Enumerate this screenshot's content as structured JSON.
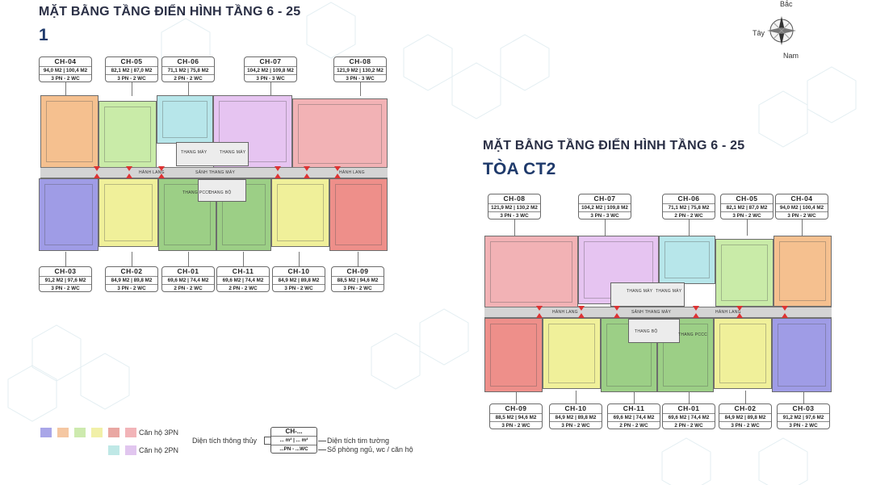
{
  "floorplan_left": {
    "title": "MẶT BẰNG TẦNG ĐIỂN HÌNH TẦNG 6 - 25",
    "tower": "1",
    "top_units": [
      {
        "code": "CH-04",
        "area": "94,0 M2 | 100,4 M2",
        "rooms": "3 PN - 2 WC"
      },
      {
        "code": "CH-05",
        "area": "82,1 M2 | 87,0 M2",
        "rooms": "3 PN - 2 WC"
      },
      {
        "code": "CH-06",
        "area": "71,1 M2 | 75,8 M2",
        "rooms": "2 PN - 2 WC"
      },
      {
        "code": "CH-07",
        "area": "104,2 M2 | 109,8 M2",
        "rooms": "3 PN - 3 WC"
      },
      {
        "code": "CH-08",
        "area": "121,9 M2 | 130,2 M2",
        "rooms": "3 PN - 3 WC"
      }
    ],
    "bottom_units": [
      {
        "code": "CH-03",
        "area": "91,2 M2 | 97,6 M2",
        "rooms": "3 PN - 2 WC"
      },
      {
        "code": "CH-02",
        "area": "84,9 M2 | 89,8 M2",
        "rooms": "3 PN - 2 WC"
      },
      {
        "code": "CH-01",
        "area": "69,6 M2 | 74,4 M2",
        "rooms": "2 PN - 2 WC"
      },
      {
        "code": "CH-11",
        "area": "69,6 M2 | 74,4 M2",
        "rooms": "2 PN - 2 WC"
      },
      {
        "code": "CH-10",
        "area": "84,9 M2 | 89,8 M2",
        "rooms": "3 PN - 2 WC"
      },
      {
        "code": "CH-09",
        "area": "88,5 M2 | 94,6 M2",
        "rooms": "3 PN - 2 WC"
      }
    ],
    "labels": {
      "corridor_left": "HÀNH LANG",
      "corridor_right": "HÀNH LANG",
      "lobby": "SẢNH THANG MÁY",
      "elevator1": "THANG MÁY",
      "elevator2": "THANG MÁY",
      "stair": "THANG BỘ",
      "pccc": "THANG PCCC"
    }
  },
  "floorplan_right": {
    "title": "MẶT BẰNG TẦNG ĐIỂN HÌNH TẦNG 6 - 25",
    "tower": "TÒA CT2",
    "top_units": [
      {
        "code": "CH-08",
        "area": "121,9 M2 | 130,2 M2",
        "rooms": "3 PN - 3 WC"
      },
      {
        "code": "CH-07",
        "area": "104,2 M2 | 109,8 M2",
        "rooms": "3 PN - 3 WC"
      },
      {
        "code": "CH-06",
        "area": "71,1 M2 | 75,8 M2",
        "rooms": "2 PN - 2 WC"
      },
      {
        "code": "CH-05",
        "area": "82,1 M2 | 87,0 M2",
        "rooms": "3 PN - 2 WC"
      },
      {
        "code": "CH-04",
        "area": "94,0 M2 | 100,4 M2",
        "rooms": "3 PN - 2 WC"
      }
    ],
    "bottom_units": [
      {
        "code": "CH-09",
        "area": "88,5 M2 | 94,6 M2",
        "rooms": "3 PN - 2 WC"
      },
      {
        "code": "CH-10",
        "area": "84,9 M2 | 89,8 M2",
        "rooms": "3 PN - 2 WC"
      },
      {
        "code": "CH-11",
        "area": "69,6 M2 | 74,4 M2",
        "rooms": "2 PN - 2 WC"
      },
      {
        "code": "CH-01",
        "area": "69,6 M2 | 74,4 M2",
        "rooms": "2 PN - 2 WC"
      },
      {
        "code": "CH-02",
        "area": "84,9 M2 | 89,8 M2",
        "rooms": "3 PN - 2 WC"
      },
      {
        "code": "CH-03",
        "area": "91,2 M2 | 97,6 M2",
        "rooms": "3 PN - 2 WC"
      }
    ],
    "labels": {
      "corridor_left": "HÀNH LANG",
      "corridor_right": "HÀNH LANG",
      "lobby": "SẢNH THANG MÁY",
      "elevator1": "THANG MÁY",
      "elevator2": "THANG MÁY",
      "stair": "THANG BỘ",
      "pccc": "THANG PCCC"
    }
  },
  "compass": {
    "north": "Bắc",
    "west": "Tây",
    "south": "Nam"
  },
  "legend": {
    "label_3pn": "Căn hộ 3PN",
    "label_2pn": "Căn hộ 2PN",
    "colors_3pn": [
      "#a9a6e8",
      "#f5c7a2",
      "#cdeaae",
      "#f1f0a8",
      "#e9a7a2",
      "#f2b4b8"
    ],
    "colors_2pn": [
      "#bfe8e6",
      "#e1c6ef"
    ],
    "key_code": "CH-...",
    "key_area": "... m² | ... m²",
    "key_rooms": "...PN - ...WC",
    "usable_area": "Diện tích thông thủy",
    "wall_area": "Diện tích tim tường",
    "rooms_desc": "Số phòng ngủ, wc / căn hộ"
  },
  "colors": {
    "orange": "#f5c08f",
    "green_light": "#c9eba8",
    "cyan": "#b7e6ea",
    "lilac": "#e6c4f1",
    "pink": "#f2b2b5",
    "purple": "#9f9ce6",
    "yellow": "#f0f09a",
    "green_dark": "#9ccf86",
    "red": "#ee8f8a"
  }
}
